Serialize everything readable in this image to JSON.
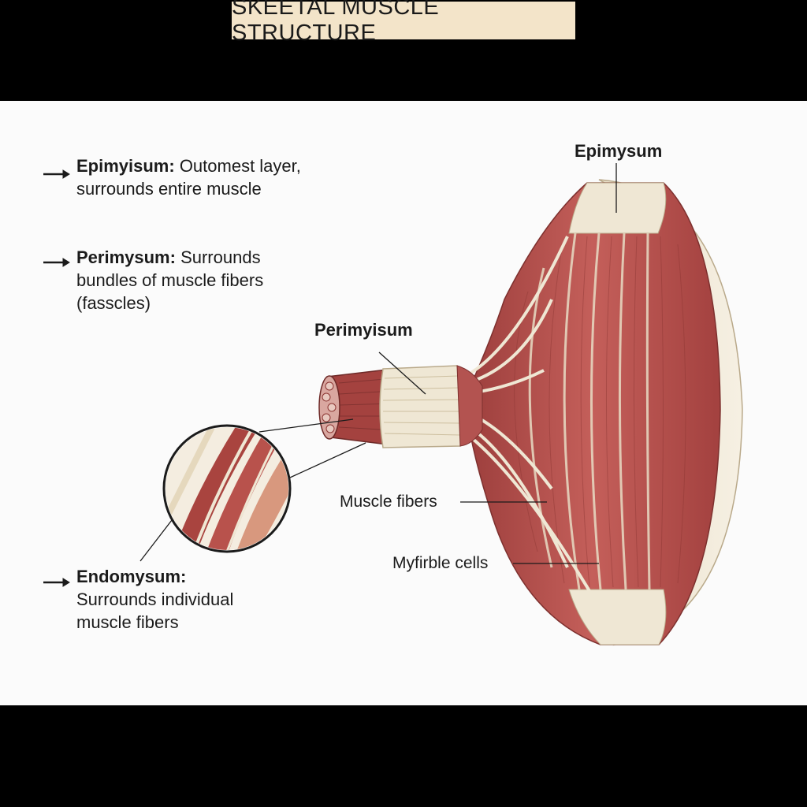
{
  "title": "SKEETAL MUSCLE STRUCTURE",
  "notes": [
    {
      "term": "Epimyisum:",
      "text_line1": " Outomest layer,",
      "text_line2": "surrounds entire muscle",
      "text_line3": ""
    },
    {
      "term": "Perimysum:",
      "text_line1": " Surrounds",
      "text_line2": "bundles of muscle fibers",
      "text_line3": "(fasscles)"
    },
    {
      "term": "Endomysum:",
      "text_line1": "",
      "text_line2": "Surrounds individual",
      "text_line3": "muscle fibers"
    }
  ],
  "labels": {
    "epimysum": "Epimysum",
    "perimyisum": "Perimyisum",
    "muscle_fibers": "Muscle fibers",
    "myofibril_cells": "Myfirble cells"
  },
  "colors": {
    "muscle": "#b5524f",
    "muscle_dark": "#8c3633",
    "tissue": "#efe7d4",
    "title_bg": "#f3e4c9"
  }
}
